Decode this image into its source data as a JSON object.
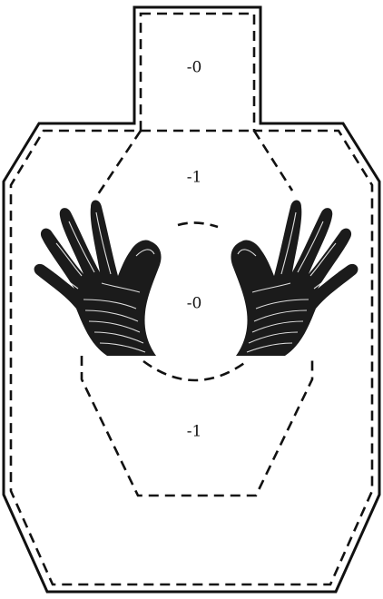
{
  "target": {
    "zones": {
      "head": "-0",
      "upper_a": "-1",
      "center_a": "-0",
      "lower_c": "-1"
    }
  },
  "hands": {
    "left": "left-hand",
    "right": "right-hand"
  },
  "colors": {
    "ink": "#111111",
    "paper": "#ffffff"
  }
}
